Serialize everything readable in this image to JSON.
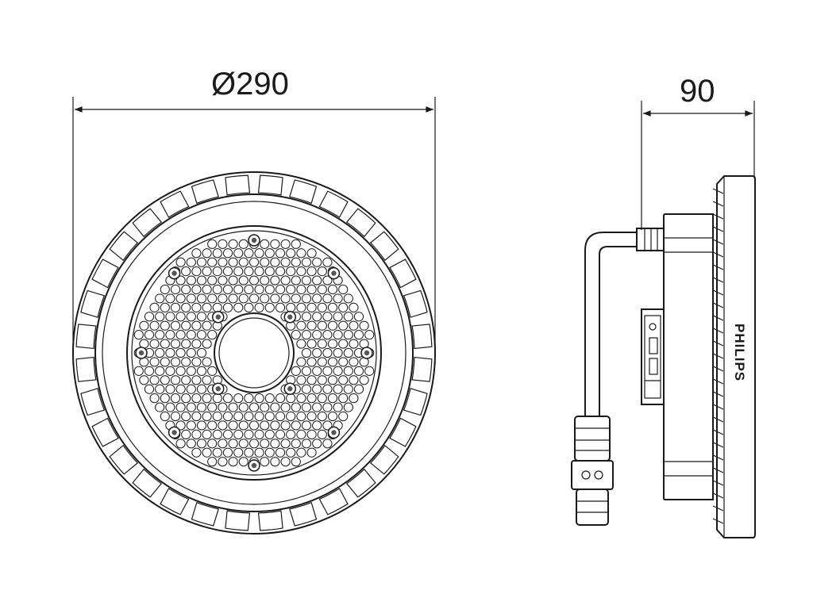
{
  "dimensions": {
    "diameter_label": "Ø290",
    "depth_label": "90"
  },
  "branding": {
    "logo_text": "PHILIPS"
  },
  "colors": {
    "line": "#1a1a1a",
    "background": "#ffffff"
  }
}
